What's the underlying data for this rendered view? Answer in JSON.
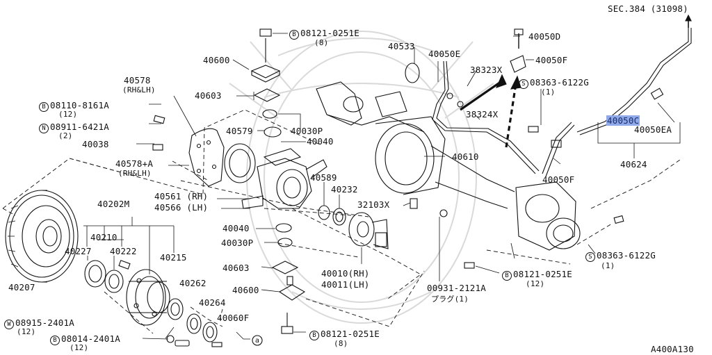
{
  "diagram": {
    "code": "A400A130",
    "section_ref": "SEC.384 (31098)",
    "labels": {
      "p40600_top": "40600",
      "bolt_top": "08121-0251E",
      "bolt_top_qty": "(8)",
      "p40603_top": "40603",
      "p40578": "40578",
      "p40578_side": "(RH&LH)",
      "bolt_8161": "08110-8161A",
      "bolt_8161_qty": "(12)",
      "nut_6421": "08911-6421A",
      "nut_6421_qty": "(2)",
      "p40038": "40038",
      "p40578a": "40578+A",
      "p40578a_side": "(RH&LH)",
      "p40579": "40579",
      "p40030p_top": "40030P",
      "p40040_top": "40040",
      "p40561": "40561 (RH)",
      "p40566": "40566 (LH)",
      "p40202m": "40202M",
      "p40210": "40210",
      "p40227": "40227",
      "p40222": "40222",
      "p40215": "40215",
      "p40207": "40207",
      "p40040_low": "40040",
      "p40030p_low": "40030P",
      "p40603_low": "40603",
      "p40600_low": "40600",
      "p40262": "40262",
      "p40264": "40264",
      "p40060f": "40060F",
      "washer_2401": "08915-2401A",
      "washer_2401_qty": "(12)",
      "bolt_2401": "08014-2401A",
      "bolt_2401_qty": "(12)",
      "bolt_bottom": "08121-0251E",
      "bolt_bottom_qty": "(8)",
      "p40589": "40589",
      "p40232": "40232",
      "p32103x": "32103X",
      "p40010": "40010(RH)",
      "p40011": "40011(LH)",
      "plug_2121": "00931-2121A",
      "plug_label": "プラグ(1)",
      "p40533": "40533",
      "p40050e": "40050E",
      "p38323x": "38323X",
      "p38324x": "38324X",
      "p40610": "40610",
      "p40050d": "40050D",
      "p40050f_top": "40050F",
      "screw_6122_top": "08363-6122G",
      "screw_6122_top_qty": "(1)",
      "p40050c": "40050C",
      "p40050ea": "40050EA",
      "p40624": "40624",
      "p40050f_low": "40050F",
      "screw_6122_low": "08363-6122G",
      "screw_6122_low_qty": "(1)",
      "bolt_mid": "08121-0251E",
      "bolt_mid_qty": "(12)"
    },
    "prefix": {
      "b": "B",
      "n": "N",
      "w": "W",
      "s": "S",
      "ref": "a"
    }
  },
  "colors": {
    "line": "#111111",
    "highlight": "#8fa9e9",
    "watermark": "#d9d9d9"
  }
}
